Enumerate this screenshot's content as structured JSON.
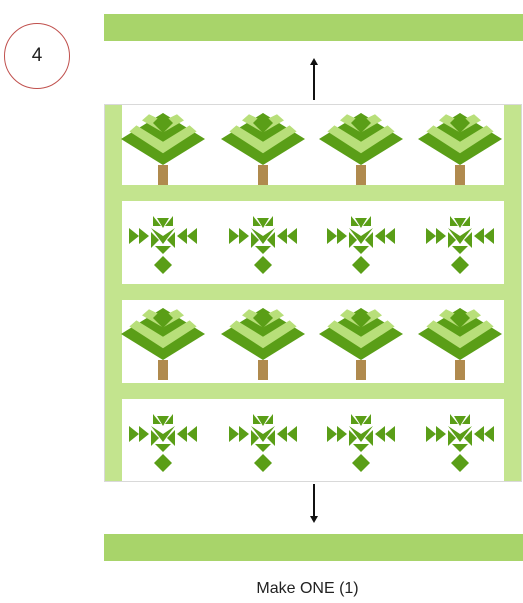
{
  "step": {
    "number": "4"
  },
  "caption": "Make ONE (1)",
  "colors": {
    "strip": "#a8d46a",
    "sashing": "#c3e48e",
    "dark_green": "#5a9e17",
    "light_green": "#b8df7a",
    "trunk": "#b08a4e",
    "background": "#ffffff"
  },
  "quilt": {
    "rows": [
      "tree",
      "flower",
      "tree",
      "flower"
    ],
    "blocks_per_row": 4
  },
  "arrows": [
    "up",
    "down"
  ]
}
